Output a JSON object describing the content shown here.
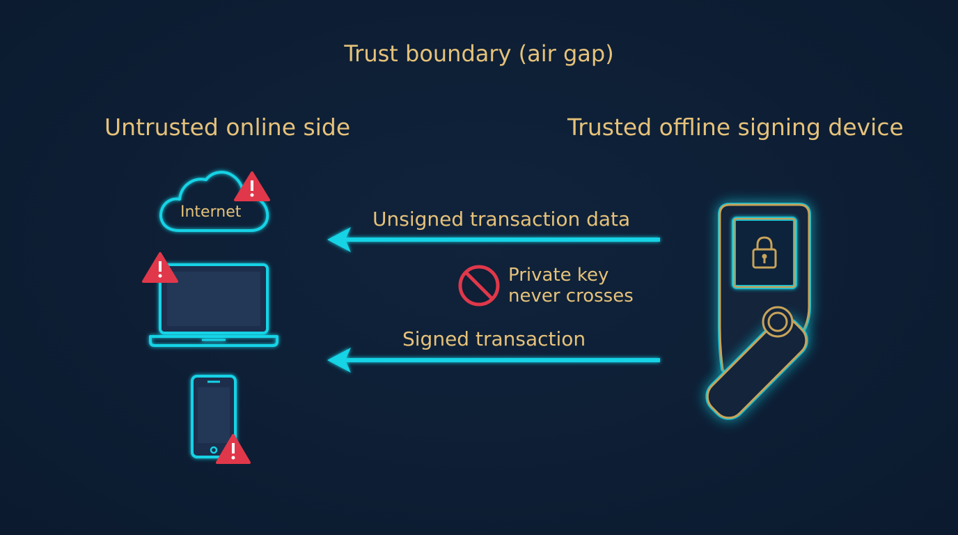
{
  "diagram": {
    "title": "Trust boundary (air gap)",
    "left_heading": "Untrusted online side",
    "right_heading": "Trusted offline signing device",
    "cloud_label": "Internet",
    "flows": {
      "unsigned": "Unsigned transaction data",
      "signed": "Signed transaction"
    },
    "note_line1": "Private key",
    "note_line2": "never crosses"
  },
  "colors": {
    "background": "#0e1f36",
    "text_gold": "#e6c27a",
    "cyan": "#19d3e6",
    "warning_red": "#e0384a",
    "device_gold": "#c8a35a"
  },
  "icons": [
    "cloud-icon",
    "laptop-icon",
    "phone-icon",
    "warning-icon",
    "no-entry-icon",
    "lock-icon",
    "hardware-wallet-icon"
  ]
}
